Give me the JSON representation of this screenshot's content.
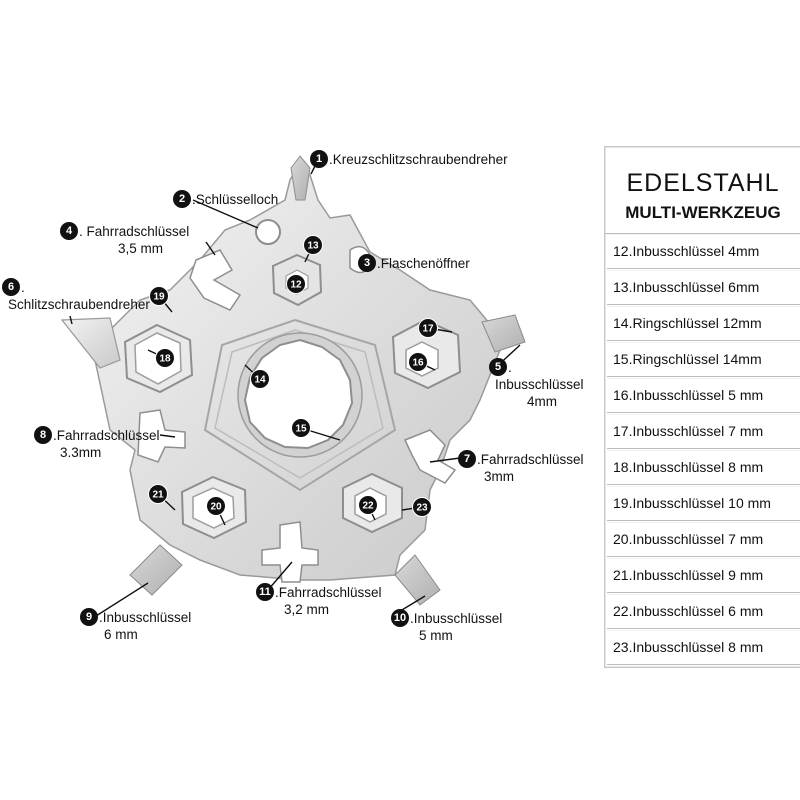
{
  "panel": {
    "title": "EDELSTAHL",
    "subtitle": "MULTI-WERKZEUG",
    "rows": [
      "12.Inbusschlüssel 4mm",
      "13.Inbusschlüssel 6mm",
      "14.Ringschlüssel 12mm",
      "15.Ringschlüssel 14mm",
      "16.Inbusschlüssel 5 mm",
      "17.Inbusschlüssel 7 mm",
      "18.Inbusschlüssel 8 mm",
      "19.Inbusschlüssel 10 mm",
      "20.Inbusschlüssel 7 mm",
      "21.Inbusschlüssel 9 mm",
      "22.Inbusschlüssel 6 mm",
      "23.Inbusschlüssel 8 mm"
    ]
  },
  "callouts": {
    "c1": {
      "num": "1",
      "text": ".Kreuzschlitzschraubendreher"
    },
    "c2": {
      "num": "2",
      "text": ".Schlüsselloch"
    },
    "c3": {
      "num": "3",
      "text": ".Flaschenöffner"
    },
    "c4": {
      "num": "4",
      "text": ". Fahrradschlüssel",
      "sub": "3,5 mm"
    },
    "c5": {
      "num": "5",
      "text": ".",
      "sub": "Inbusschlüssel",
      "sub2": "4mm"
    },
    "c6": {
      "num": "6",
      "text": ".",
      "sub": "Schlitzschraubendreher"
    },
    "c7": {
      "num": "7",
      "text": ".Fahrradschlüssel",
      "sub": "3mm"
    },
    "c8": {
      "num": "8",
      "text": ".Fahrradschlüssel",
      "sub": "3.3mm"
    },
    "c9": {
      "num": "9",
      "text": ".Inbusschlüssel",
      "sub": "6 mm"
    },
    "c10": {
      "num": "10",
      "text": ".Inbusschlüssel",
      "sub": "5 mm"
    },
    "c11": {
      "num": "11",
      "text": ".Fahrradschlüssel",
      "sub": "3,2 mm"
    }
  },
  "markers": [
    "12",
    "13",
    "14",
    "15",
    "16",
    "17",
    "18",
    "19",
    "20",
    "21",
    "22",
    "23"
  ]
}
